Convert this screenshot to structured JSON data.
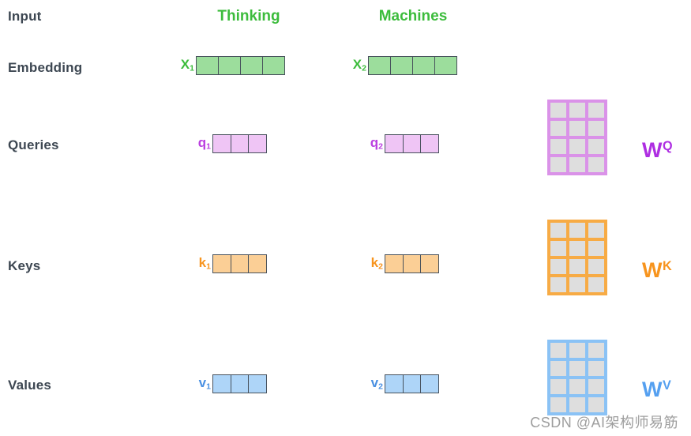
{
  "row_labels": {
    "input": "Input",
    "embedding": "Embedding",
    "queries": "Queries",
    "keys": "Keys",
    "values": "Values"
  },
  "columns": {
    "col1": "Thinking",
    "col2": "Machines"
  },
  "vectors": {
    "x1": {
      "label": "X",
      "sub": "1",
      "cells": 4
    },
    "x2": {
      "label": "X",
      "sub": "2",
      "cells": 4
    },
    "q1": {
      "label": "q",
      "sub": "1",
      "cells": 3
    },
    "q2": {
      "label": "q",
      "sub": "2",
      "cells": 3
    },
    "k1": {
      "label": "k",
      "sub": "1",
      "cells": 3
    },
    "k2": {
      "label": "k",
      "sub": "2",
      "cells": 3
    },
    "v1": {
      "label": "v",
      "sub": "1",
      "cells": 3
    },
    "v2": {
      "label": "v",
      "sub": "2",
      "cells": 3
    }
  },
  "matrices": {
    "wq": {
      "label": "W",
      "sup": "Q",
      "rows": 4,
      "cols": 3
    },
    "wk": {
      "label": "W",
      "sup": "K",
      "rows": 4,
      "cols": 3
    },
    "wv": {
      "label": "W",
      "sup": "V",
      "rows": 4,
      "cols": 3
    }
  },
  "watermark": "CSDN @AI架构师易筋",
  "colors": {
    "green_text": "#3cbc3c",
    "green_fill": "#9cdd9c",
    "purple_text": "#bb3fe0",
    "purple_fill": "#efc5f5",
    "orange_text": "#f7941e",
    "orange_fill": "#fbcf96",
    "blue_text": "#4a90e2",
    "blue_fill": "#aed5f8",
    "vector_border": "#47515c",
    "matrix_cell_fill": "#dedede",
    "wq_border": "#da92e8",
    "wk_border": "#f7ab45",
    "wv_border": "#8ac2f5",
    "wq_label": "#ae2ee2",
    "wk_label": "#f7941e",
    "wv_label": "#55a0f0",
    "label_text": "#3d4752",
    "watermark_text": "#9e9e9e"
  }
}
